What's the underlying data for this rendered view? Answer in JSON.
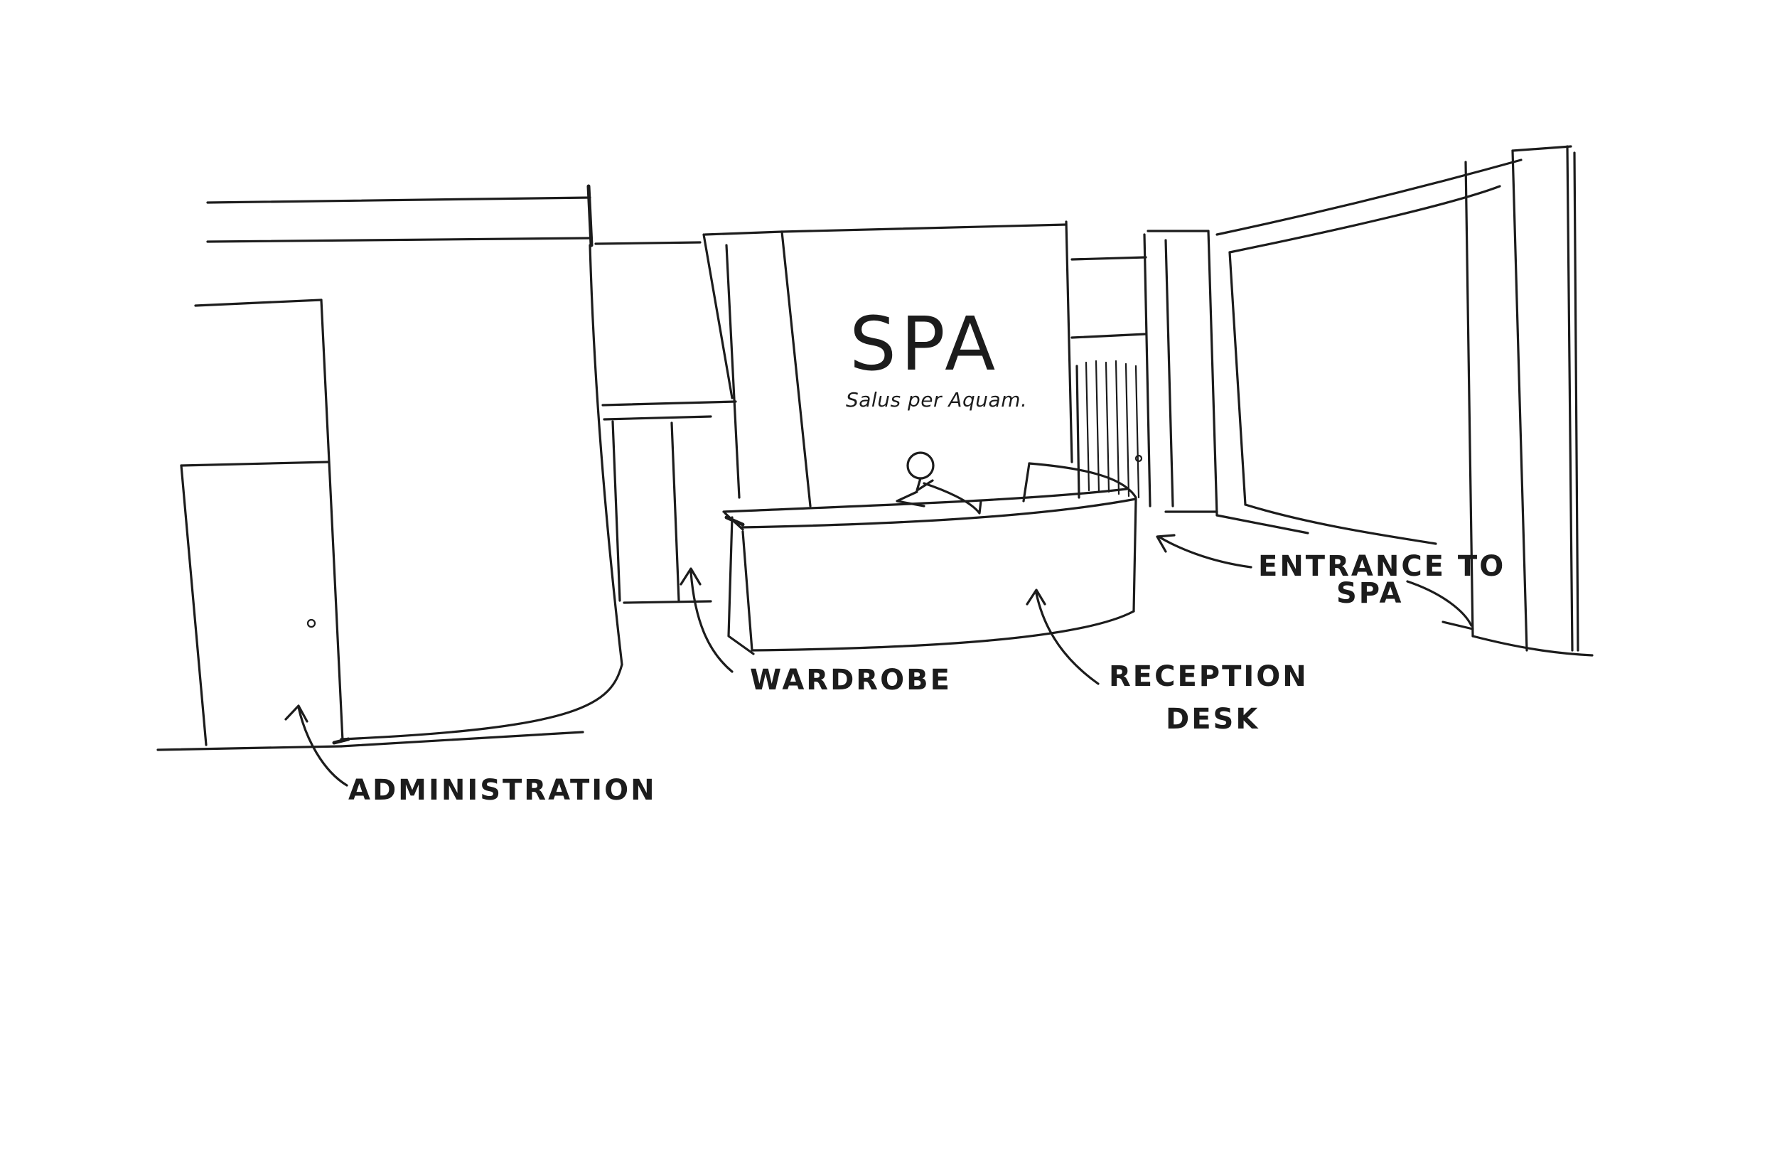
{
  "sign": {
    "title": "SPA",
    "subtitle": "Salus per Aquam."
  },
  "labels": {
    "administration": "ADMINISTRATION",
    "wardrobe": "WARDROBE",
    "reception_line1": "RECEPTION",
    "reception_line2": "DESK",
    "entrance_line1": "ENTRANCE TO",
    "entrance_line2": "SPA"
  },
  "colors": {
    "ink": "#1c1c1c",
    "paper": "#ffffff"
  }
}
